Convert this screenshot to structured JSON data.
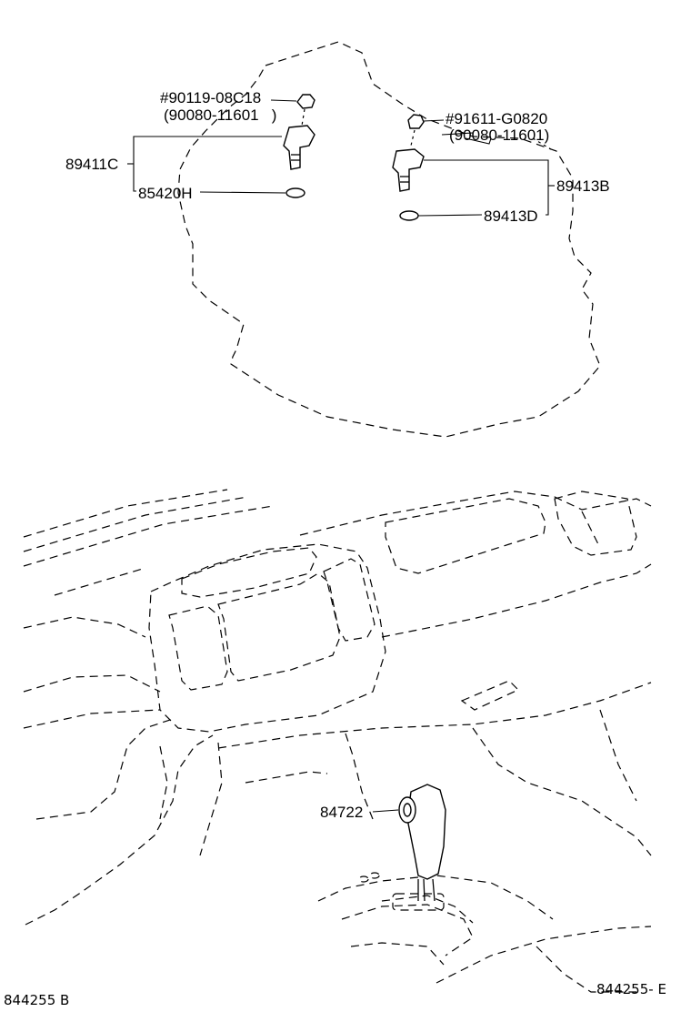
{
  "labels": {
    "p90119": "#90119-08C18",
    "p90080a": "(90080-11601   )",
    "p89411c": "89411C",
    "p85420h": "85420H",
    "p91611": "#91611-G0820",
    "p90080b": "(90080-11601)",
    "p89413b": "89413B",
    "p89413d": "89413D",
    "p84722": "84722"
  },
  "footer": {
    "left_code": "844255 B",
    "right_code": "844255- E"
  }
}
